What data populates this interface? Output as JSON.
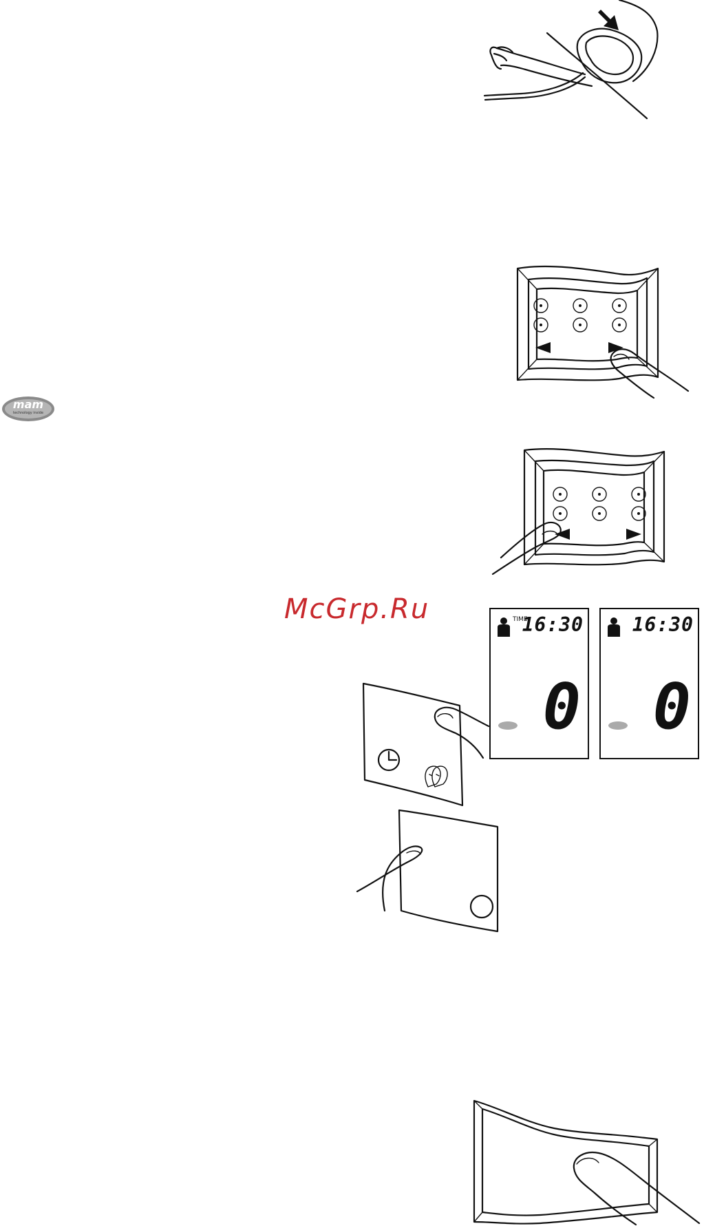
{
  "watermark": "McGrp.Ru",
  "logo": {
    "text": "mam",
    "subtext": "technology inside"
  },
  "displays": [
    {
      "time": "16:30",
      "value": "0",
      "label": "TIME",
      "user_icon": "person-icon"
    },
    {
      "time": "16:30",
      "value": "0",
      "label": "",
      "user_icon": "person-icon"
    }
  ],
  "icons": {
    "arm": "arm-with-cuff-icon",
    "arrow": "arrow-down-icon",
    "clock": "clock-icon",
    "users": "users-icon",
    "finger": "finger-icon",
    "button": "round-button-icon",
    "arrow_left": "triangle-left-icon",
    "arrow_right": "triangle-right-icon"
  }
}
